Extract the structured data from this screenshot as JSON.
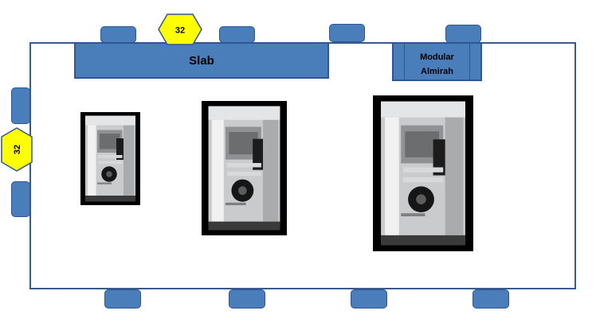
{
  "labels": {
    "slab": "Slab",
    "almirah_line1": "Modular",
    "almirah_line2": "Almirah"
  },
  "markers": {
    "top_hexagon": "32",
    "left_hexagon": "32"
  },
  "colors": {
    "fixture_fill": "#4a7ebb",
    "fixture_border": "#2f5597",
    "room_border": "#3a5a8c",
    "hexagon_fill": "#ffff00"
  },
  "equipment": [
    {
      "name": "machine-small",
      "icon": "printer-machine-photo"
    },
    {
      "name": "machine-medium",
      "icon": "printer-machine-photo"
    },
    {
      "name": "machine-large",
      "icon": "printer-machine-photo"
    }
  ]
}
